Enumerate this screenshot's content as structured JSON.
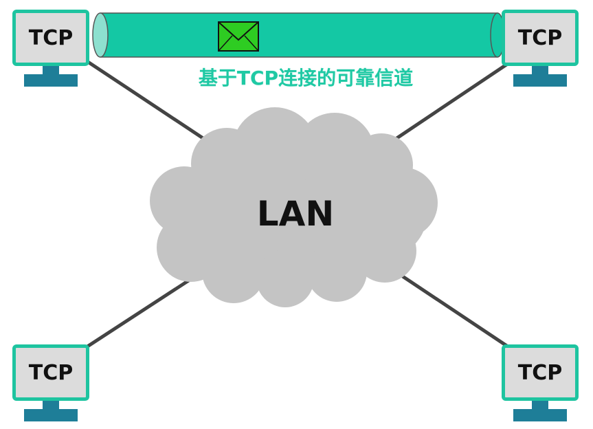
{
  "diagram": {
    "network_label": "LAN",
    "channel_caption": "基于TCP连接的可靠信道",
    "hosts": [
      {
        "id": "top-left",
        "label": "TCP"
      },
      {
        "id": "top-right",
        "label": "TCP"
      },
      {
        "id": "bottom-left",
        "label": "TCP"
      },
      {
        "id": "bottom-right",
        "label": "TCP"
      }
    ],
    "message_icon": "envelope-icon",
    "colors": {
      "channel": "#14c8a4",
      "screen_border": "#1ec4a0",
      "stand": "#1e7e98",
      "cloud": "#c4c4c4",
      "link_line": "#444444",
      "envelope": "#2ecc22"
    }
  }
}
